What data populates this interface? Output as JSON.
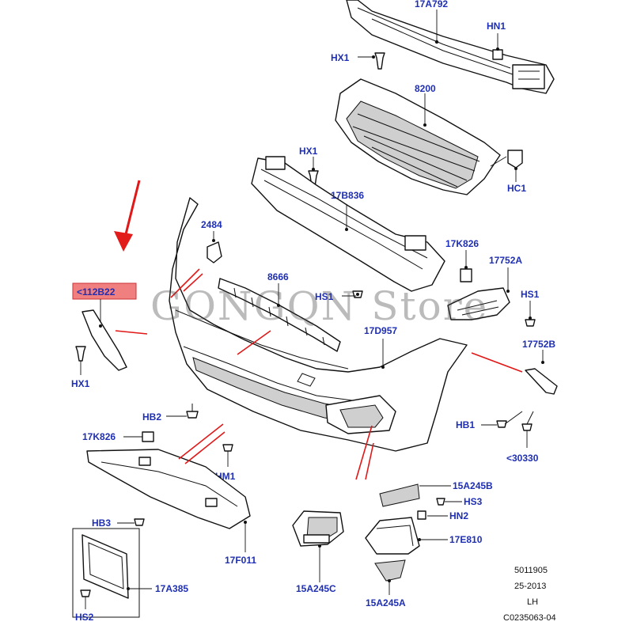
{
  "diagram": {
    "watermark": "GONGQN Store",
    "labels": {
      "p17A792": "17A792",
      "hn1": "HN1",
      "hx1_top": "HX1",
      "p8200": "8200",
      "hx1_mid": "HX1",
      "hc1": "HC1",
      "p17B836": "17B836",
      "p2484": "2484",
      "p17K826_r": "17K826",
      "p17752A": "17752A",
      "p8666": "8666",
      "hs1_a": "HS1",
      "hs1_b": "HS1",
      "p112B22": "<112B22",
      "p17D957": "17D957",
      "p17752B": "17752B",
      "hx1_left": "HX1",
      "hb2": "HB2",
      "hb1": "HB1",
      "p17K826_l": "17K826",
      "p30330": "<30330",
      "hm1": "HM1",
      "p15A245B": "15A245B",
      "hs3": "HS3",
      "hn2": "HN2",
      "hb3": "HB3",
      "p17E810": "17E810",
      "p17F011": "17F011",
      "p17A385": "17A385",
      "p15A245C": "15A245C",
      "p15A245A": "15A245A",
      "hs2": "HS2"
    },
    "codes": {
      "line1": "5011905",
      "line2": "25-2013",
      "line3": "LH",
      "line4": "C0235063-04"
    },
    "colors": {
      "label_blue": "#1f2fb3",
      "callout_red": "#e21b1b",
      "highlight_pink": "#f07f7f"
    }
  }
}
